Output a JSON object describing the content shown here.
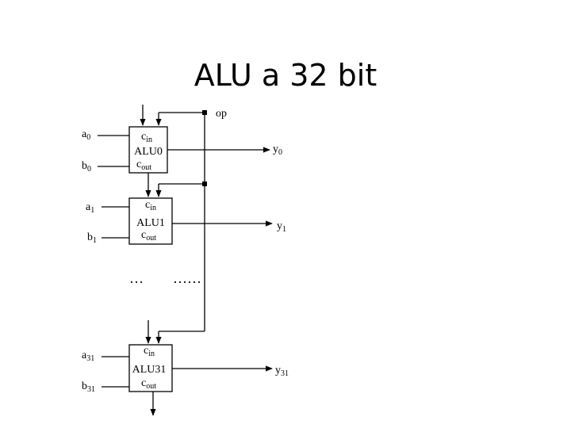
{
  "title": "ALU a 32 bit",
  "op_label": "op",
  "ellipsis_left": "…",
  "ellipsis_right": "……",
  "alus": [
    {
      "name": "ALU0",
      "cin": "c",
      "cin_sub": "in",
      "cout": "c",
      "cout_sub": "out",
      "a": "a",
      "a_sub": "0",
      "b": "b",
      "b_sub": "0",
      "y": "y",
      "y_sub": "0"
    },
    {
      "name": "ALU1",
      "cin": "c",
      "cin_sub": "in",
      "cout": "c",
      "cout_sub": "out",
      "a": "a",
      "a_sub": "1",
      "b": "b",
      "b_sub": "1",
      "y": "y",
      "y_sub": "1"
    },
    {
      "name": "ALU31",
      "cin": "c",
      "cin_sub": "in",
      "cout": "c",
      "cout_sub": "out",
      "a": "a",
      "a_sub": "31",
      "b": "b",
      "b_sub": "31",
      "y": "y",
      "y_sub": "31"
    }
  ]
}
